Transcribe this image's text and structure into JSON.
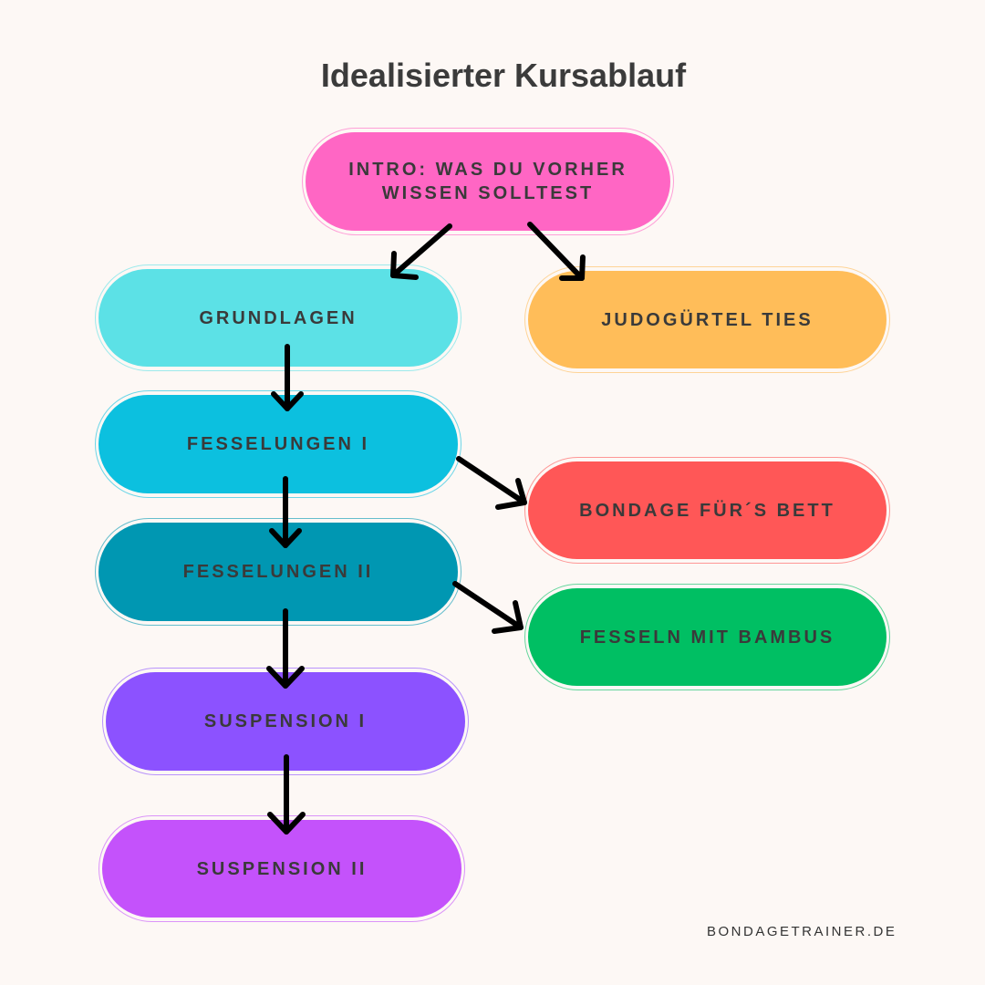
{
  "title": "Idealisierter Kursablauf",
  "nodes": {
    "intro": {
      "label": "INTRO: WAS DU VORHER WISSEN SOLLTEST",
      "color": "#ff66c4"
    },
    "grundlagen": {
      "label": "GRUNDLAGEN",
      "color": "#5ce1e6"
    },
    "judo": {
      "label": "JUDOGÜRTEL TIES",
      "color": "#ffbd59"
    },
    "fesselungen1": {
      "label": "FESSELUNGEN I",
      "color": "#0cc0df"
    },
    "bondage": {
      "label": "BONDAGE FÜR´S BETT",
      "color": "#ff5757"
    },
    "fesselungen2": {
      "label": "FESSELUNGEN II",
      "color": "#0097b2"
    },
    "bambus": {
      "label": "FESSELN MIT BAMBUS",
      "color": "#00bf63"
    },
    "suspension1": {
      "label": "SUSPENSION I",
      "color": "#8c52ff"
    },
    "suspension2": {
      "label": "SUSPENSION II",
      "color": "#c452fb"
    }
  },
  "edges": [
    [
      "intro",
      "grundlagen"
    ],
    [
      "intro",
      "judo"
    ],
    [
      "grundlagen",
      "fesselungen1"
    ],
    [
      "fesselungen1",
      "bondage"
    ],
    [
      "fesselungen1",
      "fesselungen2"
    ],
    [
      "fesselungen2",
      "bambus"
    ],
    [
      "fesselungen2",
      "suspension1"
    ],
    [
      "suspension1",
      "suspension2"
    ]
  ],
  "footer": "BONDAGETRAINER.DE"
}
